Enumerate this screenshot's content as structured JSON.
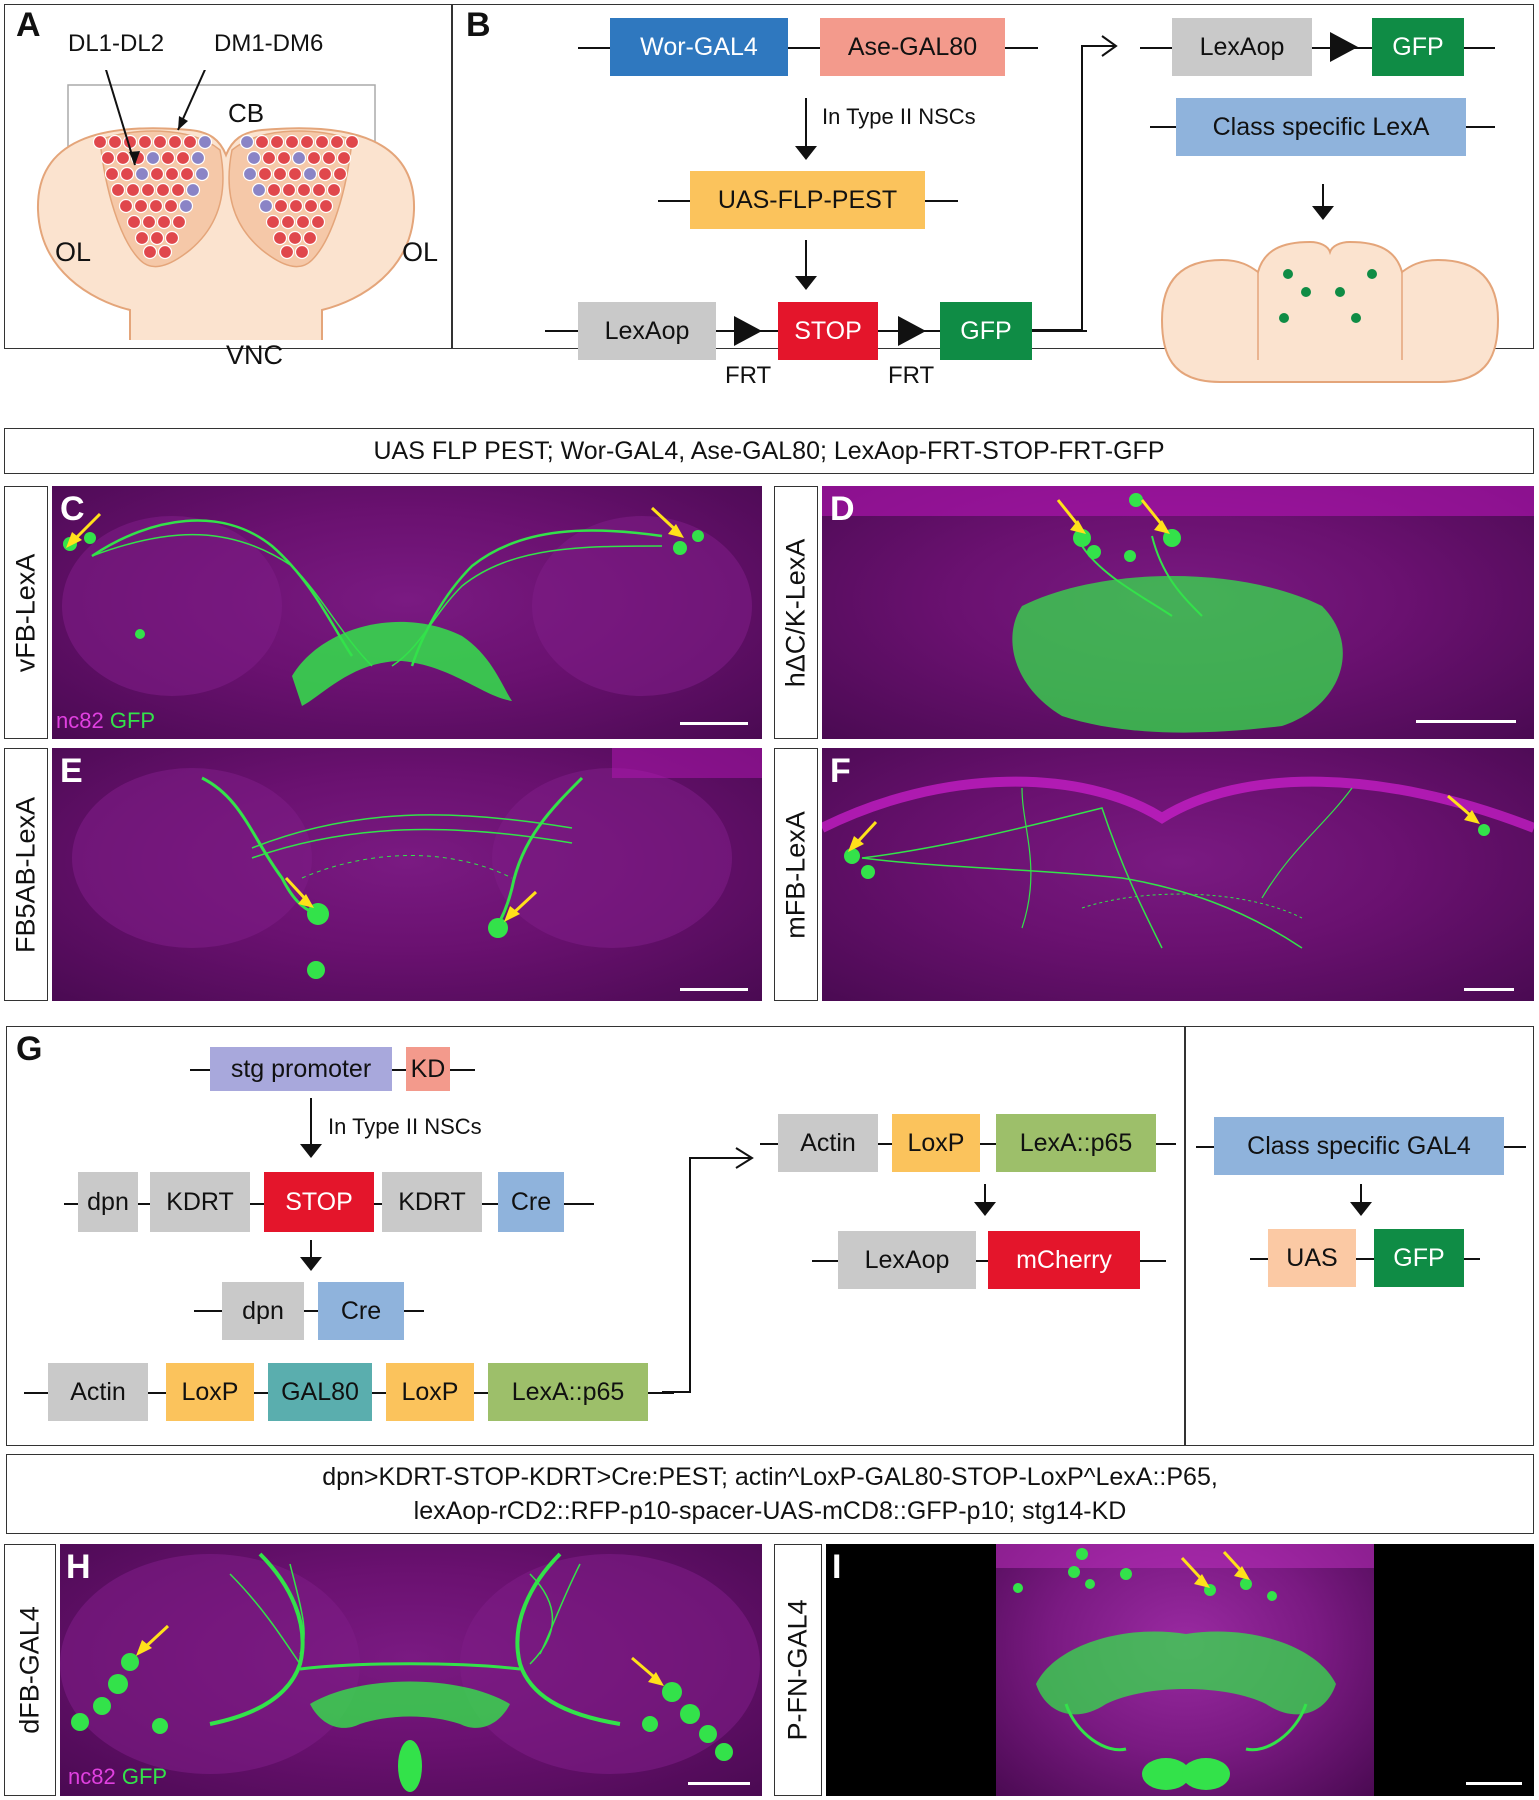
{
  "panelA": {
    "letter": "A",
    "labels": {
      "dl": "DL1-DL2",
      "dm": "DM1-DM6",
      "cb": "CB",
      "ol_left": "OL",
      "ol_right": "OL",
      "vnc": "VNC"
    },
    "colors": {
      "red_cell": "#e0474c",
      "blue_cell": "#8a84c6",
      "tissue": "#fbe3cf"
    }
  },
  "panelB": {
    "letter": "B",
    "wor_gal4": "Wor-GAL4",
    "ase_gal80": "Ase-GAL80",
    "in_type_ii": "In Type II NSCs",
    "uas_flp_pest": "UAS-FLP-PEST",
    "lexaop": "LexAop",
    "stop": "STOP",
    "gfp": "GFP",
    "frt1": "FRT",
    "frt2": "FRT",
    "right_lexaop": "LexAop",
    "right_gfp": "GFP",
    "class_lexa": "Class specific LexA"
  },
  "banner1": "UAS FLP PEST; Wor-GAL4, Ase-GAL80; LexAop-FRT-STOP-FRT-GFP",
  "images": {
    "C": {
      "letter": "C",
      "side": "vFB-LexA",
      "legend_nc82": "nc82",
      "legend_gfp": "GFP"
    },
    "D": {
      "letter": "D",
      "side": "hΔC/K-LexA"
    },
    "E": {
      "letter": "E",
      "side": "FB5AB-LexA"
    },
    "F": {
      "letter": "F",
      "side": "mFB-LexA"
    },
    "H": {
      "letter": "H",
      "side": "dFB-GAL4",
      "legend_nc82": "nc82",
      "legend_gfp": "GFP"
    },
    "I": {
      "letter": "I",
      "side": "P-FN-GAL4"
    }
  },
  "panelG": {
    "letter": "G",
    "stg_promoter": "stg promoter",
    "kd": "KD",
    "in_type_ii": "In Type II NSCs",
    "dpn": "dpn",
    "kdrt1": "KDRT",
    "stop": "STOP",
    "kdrt2": "KDRT",
    "cre": "Cre",
    "dpn2": "dpn",
    "cre2": "Cre",
    "actin": "Actin",
    "loxp1": "LoxP",
    "gal80": "GAL80",
    "loxp2": "LoxP",
    "lexa_p65": "LexA::p65",
    "mid_actin": "Actin",
    "mid_loxp": "LoxP",
    "mid_lexa_p65": "LexA::p65",
    "mid_lexaop": "LexAop",
    "mid_mcherry": "mCherry",
    "class_gal4": "Class specific GAL4",
    "uas": "UAS",
    "gfp": "GFP"
  },
  "banner2": {
    "line1": "dpn>KDRT-STOP-KDRT>Cre:PEST; actin^LoxP-GAL80-STOP-LoxP^LexA::P65,",
    "line2": "lexAop-rCD2::RFP-p10-spacer-UAS-mCD8::GFP-p10; stg14-KD"
  },
  "colors": {
    "blue_box": "#2f78bf",
    "salmon_box": "#f39a8c",
    "yellow_box": "#fbc35c",
    "red_box": "#e4152b",
    "green_box": "#0f8c45",
    "gray_box": "#c9c9c9",
    "lightblue_box": "#8fb3dc",
    "lavender_box": "#a8a8dc",
    "teal_box": "#5aaeae",
    "olive_box": "#9dbf6a",
    "peach_box": "#fbc9a4",
    "gfp_green": "#33e24a",
    "nc82_magenta": "#cc22cc",
    "arrow_yellow": "#ffe11a"
  }
}
